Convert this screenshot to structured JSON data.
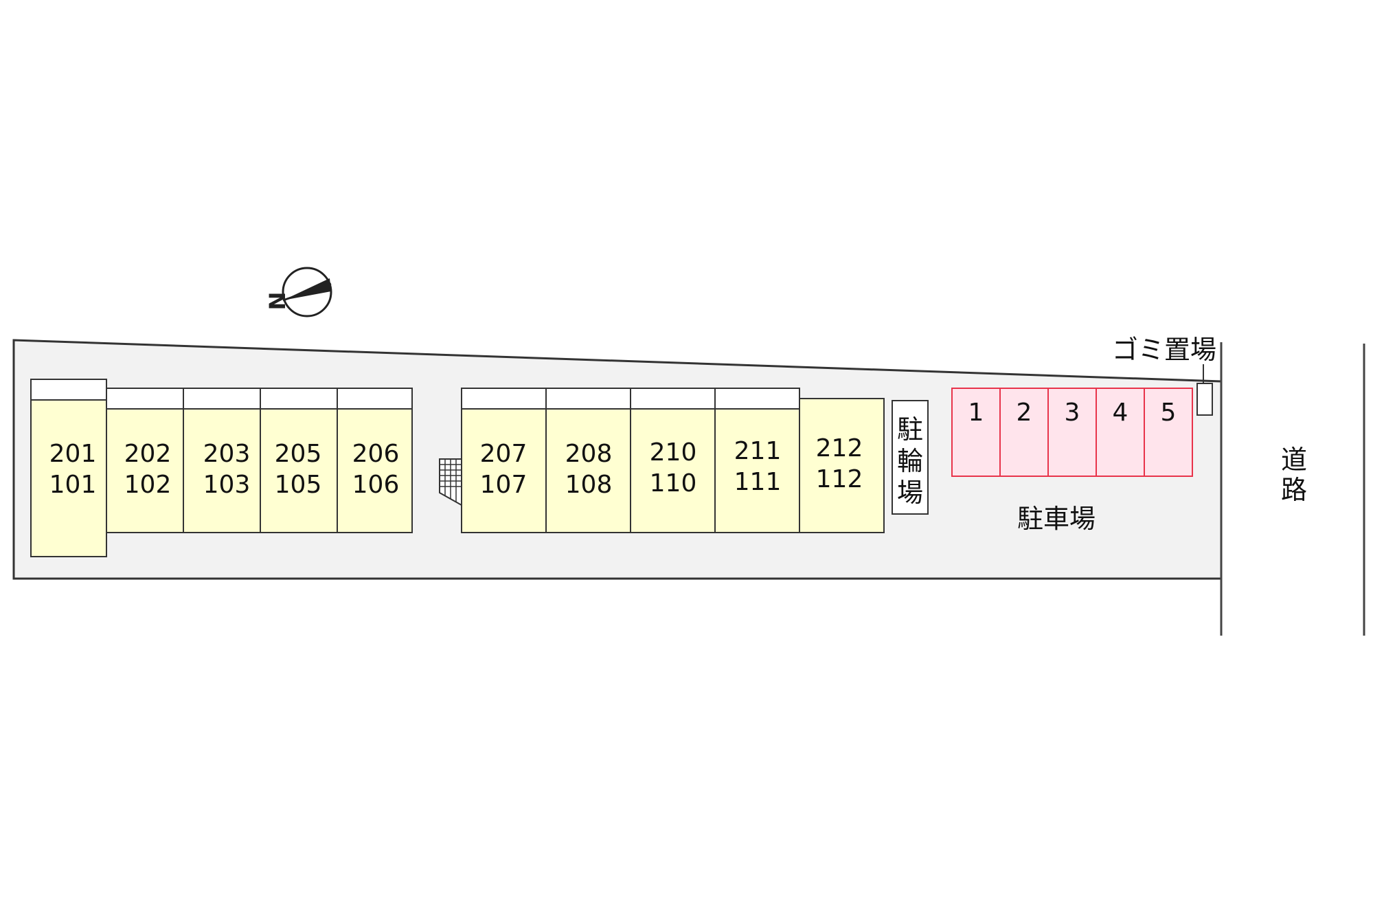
{
  "compass": {
    "label": "N"
  },
  "units": [
    {
      "upper": "201",
      "lower": "101"
    },
    {
      "upper": "202",
      "lower": "102"
    },
    {
      "upper": "203",
      "lower": "103"
    },
    {
      "upper": "205",
      "lower": "105"
    },
    {
      "upper": "206",
      "lower": "106"
    },
    {
      "upper": "207",
      "lower": "107"
    },
    {
      "upper": "208",
      "lower": "108"
    },
    {
      "upper": "210",
      "lower": "110"
    },
    {
      "upper": "211",
      "lower": "111"
    },
    {
      "upper": "212",
      "lower": "112"
    }
  ],
  "bicycle_parking": {
    "chars": [
      "駐",
      "輪",
      "場"
    ]
  },
  "parking": {
    "label": "駐車場",
    "spaces": [
      "1",
      "2",
      "3",
      "4",
      "5"
    ]
  },
  "garbage": {
    "label": "ゴミ置場"
  },
  "road": {
    "chars": [
      "道",
      "路"
    ]
  },
  "colors": {
    "lot_fill": "#f2f2f2",
    "unit_fill": "#ffffd2",
    "parking_fill": "#ffe4ec",
    "parking_stroke": "#e8334a",
    "line": "#333333"
  }
}
